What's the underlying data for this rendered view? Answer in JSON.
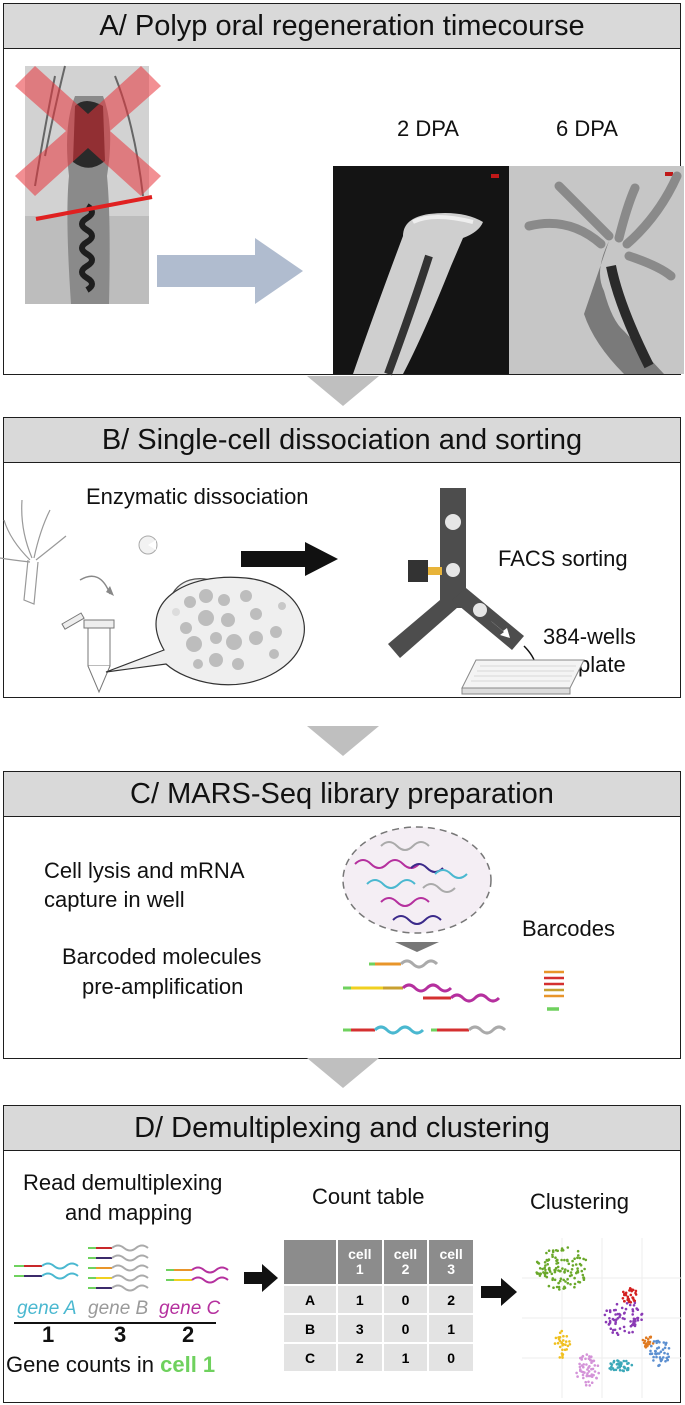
{
  "panels": {
    "a": {
      "title": "A/ Polyp oral regeneration timecourse",
      "dpa2": "2 DPA",
      "dpa6": "6 DPA"
    },
    "b": {
      "title": "B/ Single-cell dissociation and sorting",
      "enzymatic": "Enzymatic dissociation",
      "facs": "FACS sorting",
      "plate_line1": "384-wells",
      "plate_line2": "plate"
    },
    "c": {
      "title": "C/ MARS-Seq library preparation",
      "lysis_line1": "Cell lysis and mRNA",
      "lysis_line2": "capture in well",
      "barcoded_line1": "Barcoded molecules",
      "barcoded_line2": "pre-amplification",
      "barcodes": "Barcodes"
    },
    "d": {
      "title": "D/ Demultiplexing and clustering",
      "read_line1": "Read demultiplexing",
      "read_line2": "and mapping",
      "count_table": "Count table",
      "clustering": "Clustering",
      "genes": [
        {
          "name": "gene A",
          "count": "1",
          "color": "#4ab8d0"
        },
        {
          "name": "gene B",
          "count": "3",
          "color": "#9a9a9a"
        },
        {
          "name": "gene C",
          "count": "2",
          "color": "#b5309e"
        }
      ],
      "gene_counts_prefix": "Gene counts in ",
      "gene_counts_cell": "cell 1",
      "table": {
        "header": [
          [
            "cell",
            "1"
          ],
          [
            "cell",
            "2"
          ],
          [
            "cell",
            "3"
          ]
        ],
        "rows": [
          {
            "label": "A",
            "values": [
              "1",
              "0",
              "2"
            ]
          },
          {
            "label": "B",
            "values": [
              "3",
              "0",
              "1"
            ]
          },
          {
            "label": "C",
            "values": [
              "2",
              "1",
              "0"
            ]
          }
        ]
      }
    }
  },
  "colors": {
    "header_bg": "#d9d9d9",
    "arrow_blue": "#b0bccf",
    "x_red": "#e8333a",
    "connector_grey": "#bfbfbf",
    "cell1_green": "#6fd15e",
    "table_header": "#8c8c8c",
    "table_cell": "#e3e3e3"
  },
  "clusters": [
    "#6aa82a",
    "#d42020",
    "#8a3ab5",
    "#f0c020",
    "#e07a20",
    "#3aa8b8",
    "#d493d8",
    "#5b8fd0"
  ]
}
